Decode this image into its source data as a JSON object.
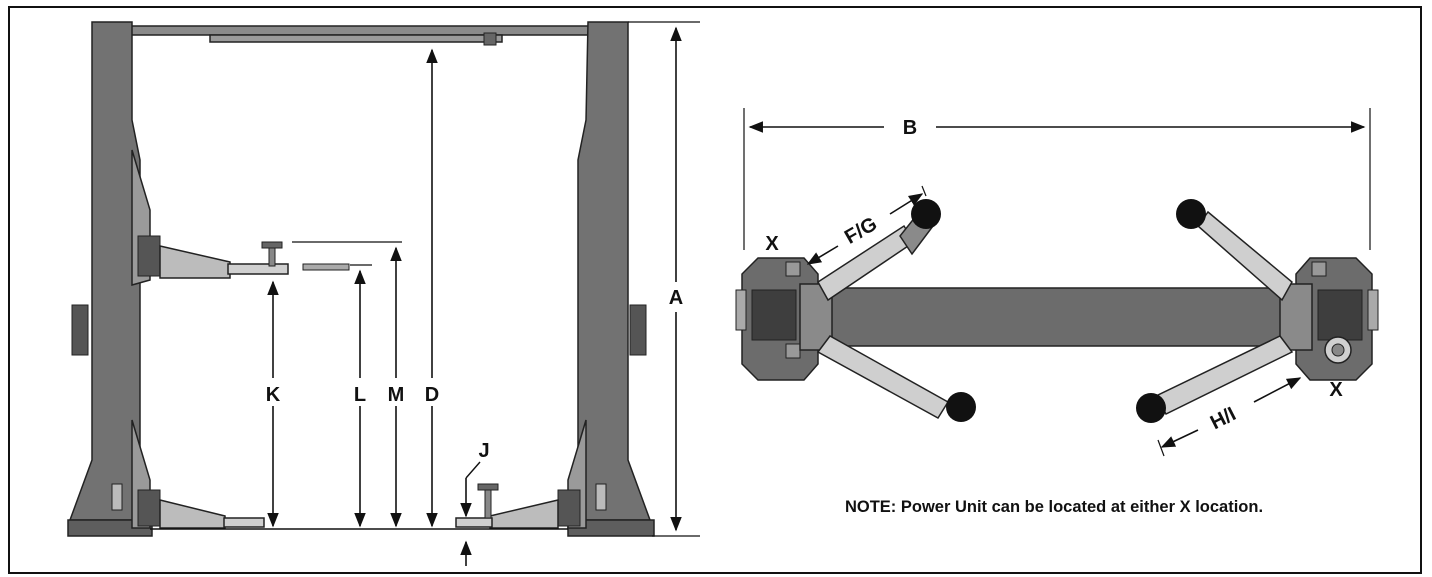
{
  "labels": {
    "A": "A",
    "B": "B",
    "D": "D",
    "FG": "F/G",
    "HI": "H/I",
    "J": "J",
    "K": "K",
    "L": "L",
    "M": "M",
    "X": "X"
  },
  "note": "NOTE: Power Unit can be located at either X location.",
  "colors": {
    "steel": "#6f6f6f",
    "steel_dark": "#4a4a4a",
    "ink": "#111111"
  }
}
